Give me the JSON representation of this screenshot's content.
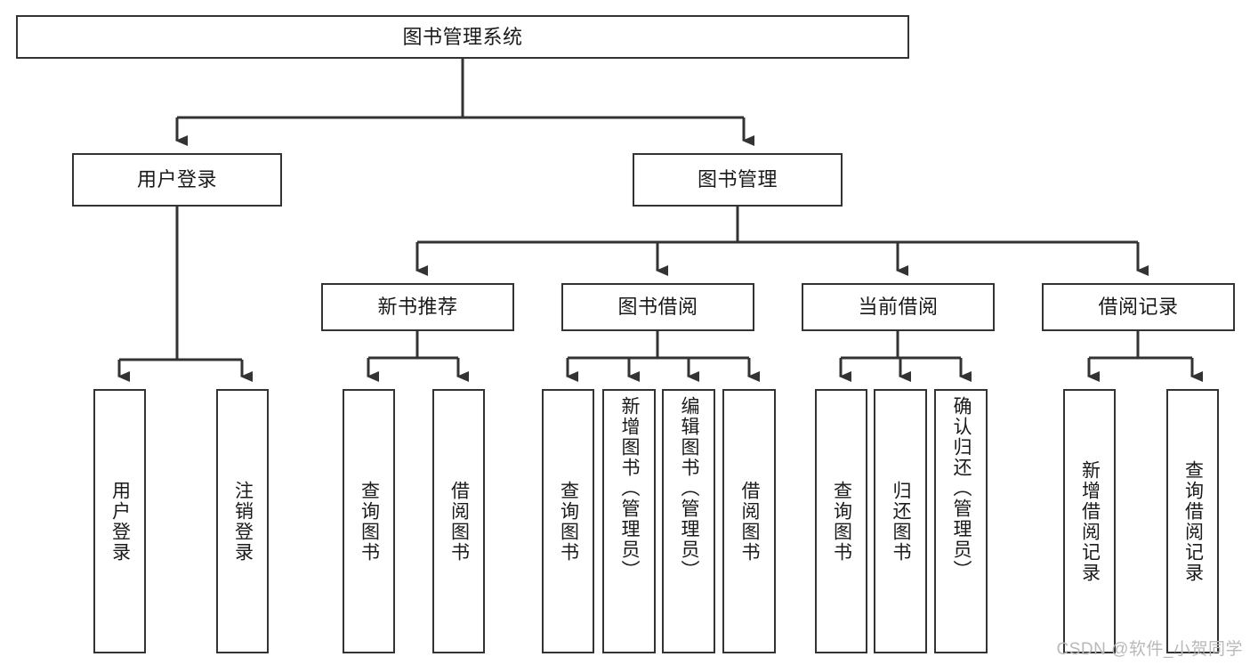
{
  "diagram": {
    "type": "tree",
    "title": "图书管理系统",
    "watermark": "CSDN @软件_小贺同学",
    "colors": {
      "box_border": "#333333",
      "box_fill": "#ffffff",
      "connector": "#333333",
      "text": "#1a1a1a",
      "watermark": "#b9b9b9"
    },
    "levels": {
      "root": {
        "label": "图书管理系统"
      },
      "level2": [
        {
          "id": "user-login",
          "label": "用户登录"
        },
        {
          "id": "book-manage",
          "label": "图书管理"
        }
      ],
      "level3": [
        {
          "id": "new-book-recommend",
          "label": "新书推荐"
        },
        {
          "id": "book-borrow",
          "label": "图书借阅"
        },
        {
          "id": "current-borrow",
          "label": "当前借阅"
        },
        {
          "id": "borrow-record",
          "label": "借阅记录"
        }
      ],
      "leaves": {
        "user-login": [
          {
            "id": "leaf-user-login",
            "label": "用户登录"
          },
          {
            "id": "leaf-logout-login",
            "label": "注销登录"
          }
        ],
        "new-book-recommend": [
          {
            "id": "leaf-query-book-1",
            "label": "查询图书"
          },
          {
            "id": "leaf-borrow-book-1",
            "label": "借阅图书"
          }
        ],
        "book-borrow": [
          {
            "id": "leaf-query-book-2",
            "label": "查询图书"
          },
          {
            "id": "leaf-add-book",
            "label": "新增图书（管理员）"
          },
          {
            "id": "leaf-edit-book",
            "label": "编辑图书（管理员）"
          },
          {
            "id": "leaf-borrow-book-2",
            "label": "借阅图书"
          }
        ],
        "current-borrow": [
          {
            "id": "leaf-query-book-3",
            "label": "查询图书"
          },
          {
            "id": "leaf-return-book",
            "label": "归还图书"
          },
          {
            "id": "leaf-confirm-return",
            "label": "确认归还（管理员）"
          }
        ],
        "borrow-record": [
          {
            "id": "leaf-add-record",
            "label": "新增借阅记录"
          },
          {
            "id": "leaf-query-record",
            "label": "查询借阅记录"
          }
        ]
      }
    }
  }
}
